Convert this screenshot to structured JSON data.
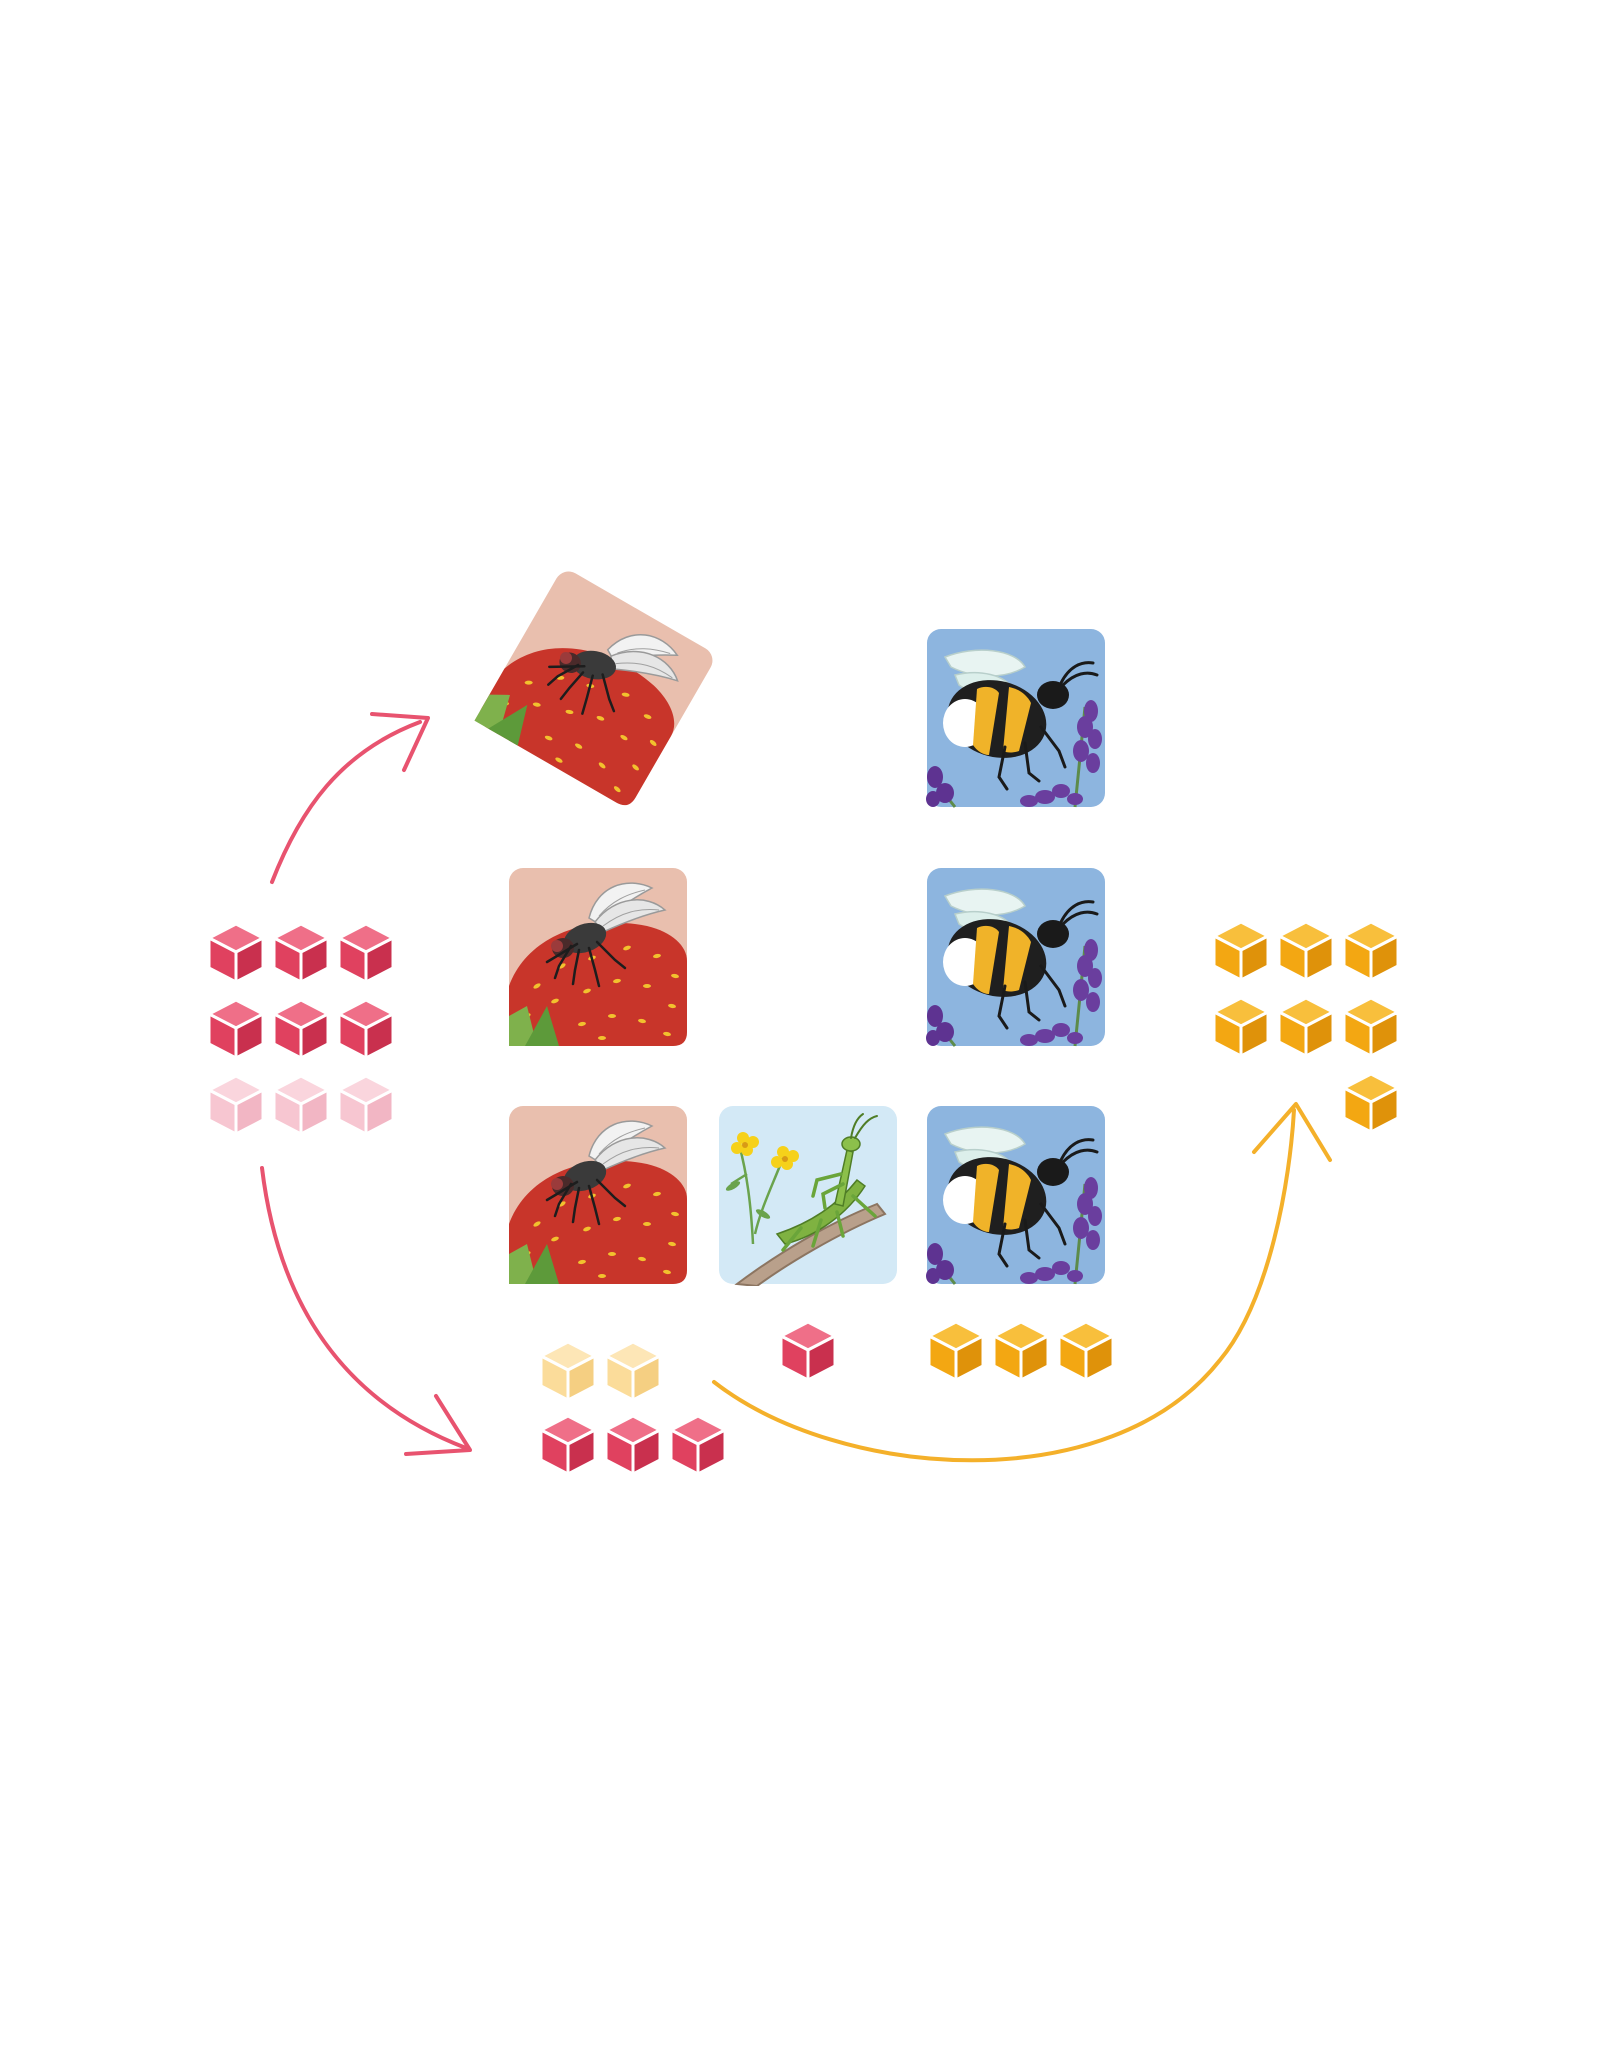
{
  "scene": {
    "colors": {
      "pink_cube": "#e0415f",
      "pink_cube_faded": "#f7c6d1",
      "yellow_cube": "#f3a712",
      "yellow_cube_faded": "#fbdc9a",
      "pink_arrow": "#e8536f",
      "yellow_arrow": "#f4b02a",
      "fly_card_bg": "#e9bfae",
      "strawberry": "#c8352a",
      "bee_card_bg": "#8db5df",
      "mantis_card_bg": "#d3e9f6"
    },
    "cards": [
      {
        "id": "fly-card-tilted",
        "insect": "fly",
        "icon": "fly-on-strawberry",
        "tilted": true
      },
      {
        "id": "bee-card-top",
        "insect": "bumblebee",
        "icon": "bumblebee-on-lavender"
      },
      {
        "id": "fly-card-middle",
        "insect": "fly",
        "icon": "fly-on-strawberry"
      },
      {
        "id": "bee-card-middle",
        "insect": "bumblebee",
        "icon": "bumblebee-on-lavender"
      },
      {
        "id": "fly-card-bottom",
        "insect": "fly",
        "icon": "fly-on-strawberry"
      },
      {
        "id": "mantis-card",
        "insect": "mantis",
        "icon": "mantis-on-branch"
      },
      {
        "id": "bee-card-bottom",
        "insect": "bumblebee",
        "icon": "bumblebee-on-lavender"
      }
    ],
    "cube_pools": {
      "left_pool": {
        "pink": 6,
        "pink_faded": 3
      },
      "right_pool": {
        "yellow": 7
      },
      "bottom_pool": {
        "yellow_faded": 2,
        "pink": 3
      },
      "under_mantis": {
        "pink": 1
      },
      "under_bee": {
        "yellow": 3
      }
    },
    "arrows": [
      {
        "id": "arrow-left-to-tilted-card",
        "color": "pink"
      },
      {
        "id": "arrow-left-to-bottom-pool",
        "color": "pink"
      },
      {
        "id": "arrow-bottom-pool-to-right-pool",
        "color": "yellow"
      }
    ]
  }
}
